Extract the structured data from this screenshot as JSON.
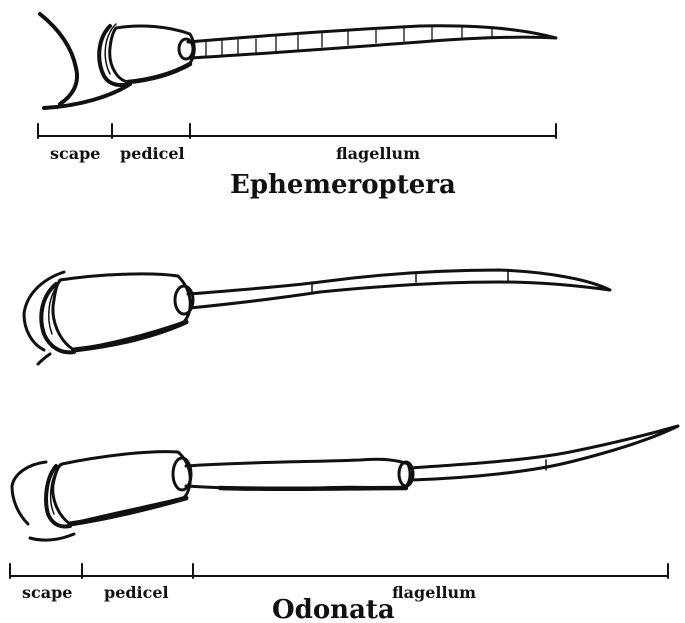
{
  "ephemeroptera": {
    "title": "Ephemeroptera",
    "segments": [
      "scape",
      "pedicel",
      "flagellum"
    ]
  },
  "odonata": {
    "title": "Odonata",
    "segments": [
      "scape",
      "pedicel",
      "flagellum"
    ]
  }
}
